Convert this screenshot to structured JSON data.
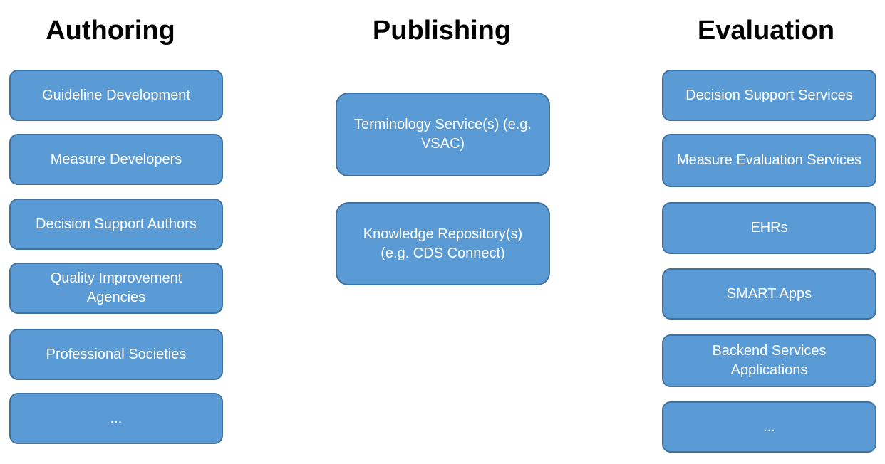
{
  "columns": [
    {
      "heading": "Authoring",
      "items": [
        "Guideline Development",
        "Measure Developers",
        "Decision Support Authors",
        "Quality Improvement Agencies",
        "Professional Societies",
        "..."
      ]
    },
    {
      "heading": "Publishing",
      "items": [
        "Terminology Service(s) (e.g. VSAC)",
        "Knowledge Repository(s) (e.g. CDS Connect)"
      ]
    },
    {
      "heading": "Evaluation",
      "items": [
        "Decision Support Services",
        "Measure Evaluation Services",
        "EHRs",
        "SMART Apps",
        "Backend Services Applications",
        "..."
      ]
    }
  ],
  "colors": {
    "box_fill": "#5b9bd5",
    "box_border": "#41719c",
    "box_text": "#ffffff",
    "heading_text": "#000000"
  }
}
